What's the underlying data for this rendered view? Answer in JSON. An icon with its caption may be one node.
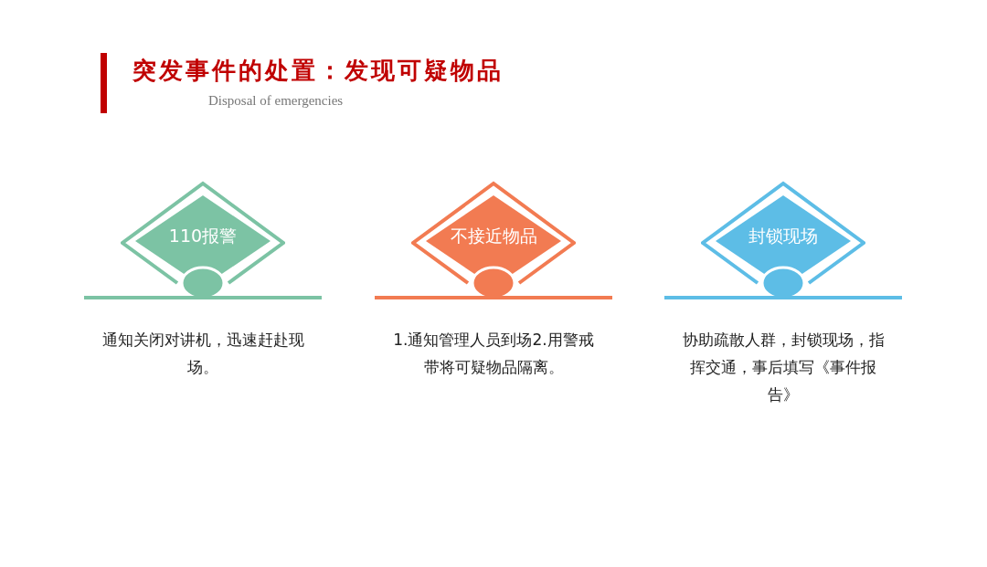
{
  "diagram": {
    "title": "突发事件的处置：发现可疑物品",
    "nodes": [
      {
        "text": [
          "110报警"
        ],
        "beside": [
          "通知关闭对讲机，迅速赶赴现场。"
        ]
      },
      {
        "text": [
          "不接近物品"
        ],
        "beside": [
          "1.通知管理人员到场2.用警戒带将可疑物品隔离。"
        ]
      },
      {
        "text": [
          "封锁现场"
        ],
        "beside": [
          "协助疏散人群，封锁现场，指挥交通，事后填写《事件报告》"
        ]
      }
    ],
    "labels": [
      "Disposal of emergencies"
    ]
  }
}
